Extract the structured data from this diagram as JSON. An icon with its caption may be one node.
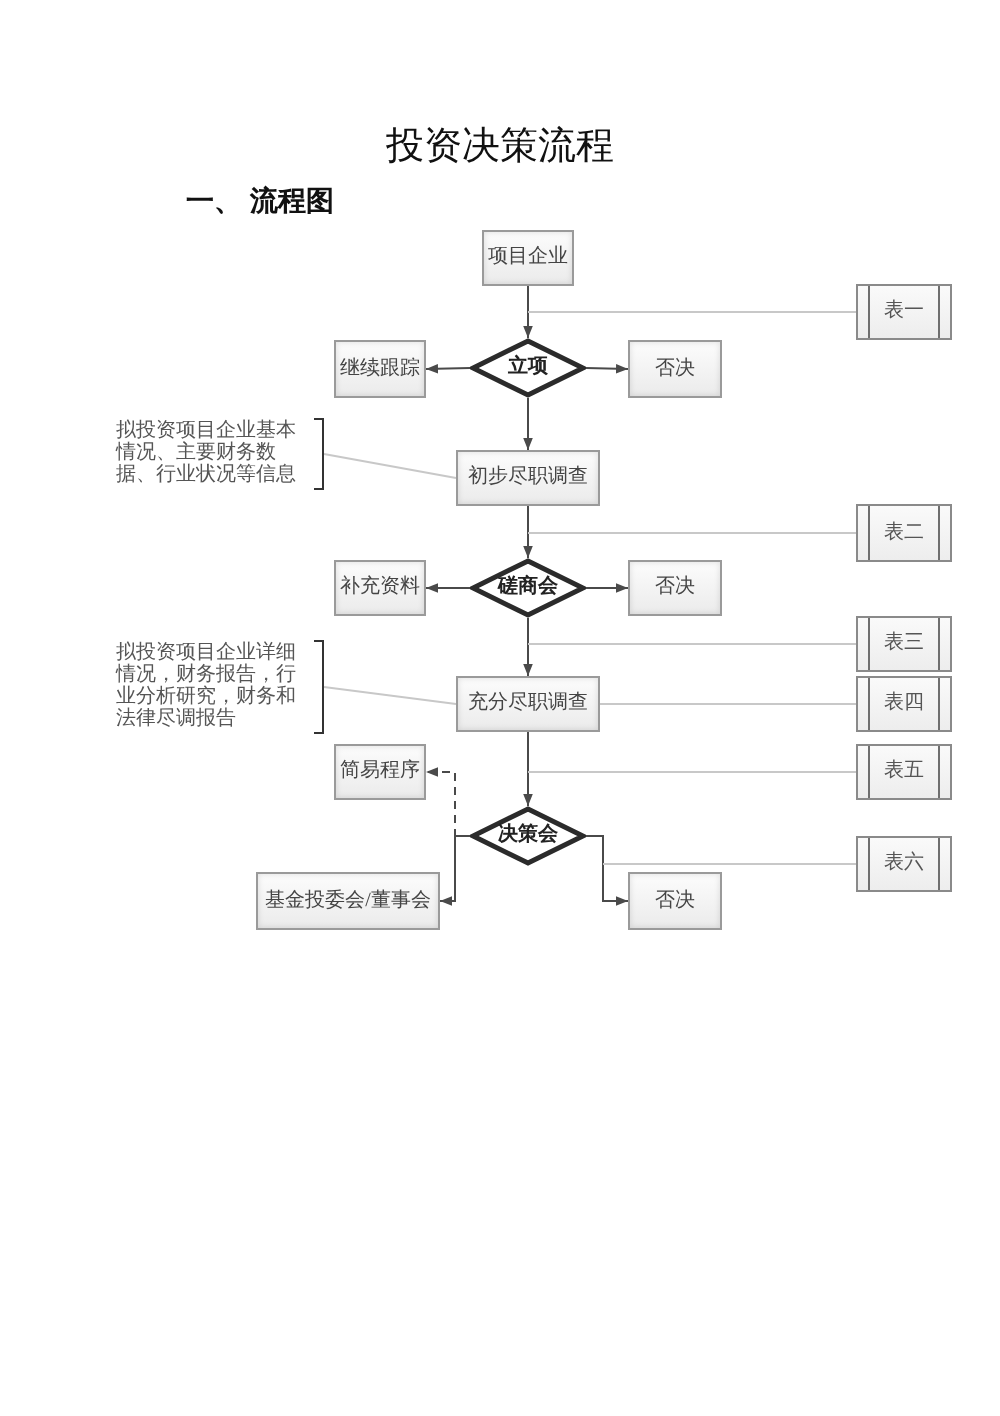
{
  "diagram": {
    "title": "投资决策流程",
    "nodes": [
      {
        "text": [
          "项目企业"
        ]
      },
      {
        "text": [
          "表一"
        ]
      },
      {
        "text": [
          "继续跟踪"
        ]
      },
      {
        "text": [
          "立项"
        ]
      },
      {
        "text": [
          "否决"
        ]
      },
      {
        "text": [
          "拟投资项目企业基本情况、主要财务数据、行业状况等信息"
        ]
      },
      {
        "text": [
          "初步尽职调查"
        ]
      },
      {
        "text": [
          "表二"
        ]
      },
      {
        "text": [
          "补充资料"
        ]
      },
      {
        "text": [
          "磋商会"
        ]
      },
      {
        "text": [
          "否决"
        ]
      },
      {
        "text": [
          "表三"
        ]
      },
      {
        "text": [
          "拟投资项目企业详细情况，财务报告，行业分析研究，财务和法律尽调报告"
        ]
      },
      {
        "text": [
          "充分尽职调查"
        ]
      },
      {
        "text": [
          "表四"
        ]
      },
      {
        "text": [
          "简易程序"
        ]
      },
      {
        "text": [
          "表五"
        ]
      },
      {
        "text": [
          "决策会"
        ]
      },
      {
        "text": [
          "表六"
        ]
      },
      {
        "text": [
          "基金投委会/董事会"
        ]
      },
      {
        "text": [
          "否决"
        ]
      }
    ],
    "edges": [
      {
        "from": 0,
        "to": 3,
        "arrow": "to"
      },
      {
        "from": 3,
        "to": 2,
        "arrow": "to"
      },
      {
        "from": 3,
        "to": 4,
        "arrow": "to"
      },
      {
        "from": 3,
        "to": 6,
        "arrow": "to"
      },
      {
        "from": 6,
        "to": 9,
        "arrow": "to"
      },
      {
        "from": 9,
        "to": 8,
        "arrow": "to"
      },
      {
        "from": 9,
        "to": 10,
        "arrow": "to"
      },
      {
        "from": 9,
        "to": 13,
        "arrow": "to"
      },
      {
        "from": 13,
        "to": 17,
        "arrow": "to"
      },
      {
        "from": 17,
        "to": 15,
        "arrow": "to",
        "style": "dashed"
      },
      {
        "from": 17,
        "to": 19,
        "arrow": "to"
      },
      {
        "from": 17,
        "to": 20,
        "arrow": "to"
      },
      {
        "from": 1,
        "to": null,
        "arrow": "none",
        "color": "#c8c8c8"
      },
      {
        "from": 5,
        "to": 6,
        "arrow": "none",
        "color": "#c8c8c8"
      },
      {
        "from": 7,
        "to": null,
        "arrow": "none",
        "color": "#c8c8c8"
      },
      {
        "from": 11,
        "to": null,
        "arrow": "none",
        "color": "#c8c8c8"
      },
      {
        "from": 13,
        "to": 14,
        "arrow": "none",
        "color": "#c8c8c8"
      },
      {
        "from": 12,
        "to": 13,
        "arrow": "none",
        "color": "#c8c8c8"
      },
      {
        "from": 16,
        "to": null,
        "arrow": "none",
        "color": "#c8c8c8"
      },
      {
        "from": 18,
        "to": null,
        "arrow": "none",
        "color": "#c8c8c8"
      }
    ],
    "labels": [
      "一、 流程图"
    ]
  }
}
